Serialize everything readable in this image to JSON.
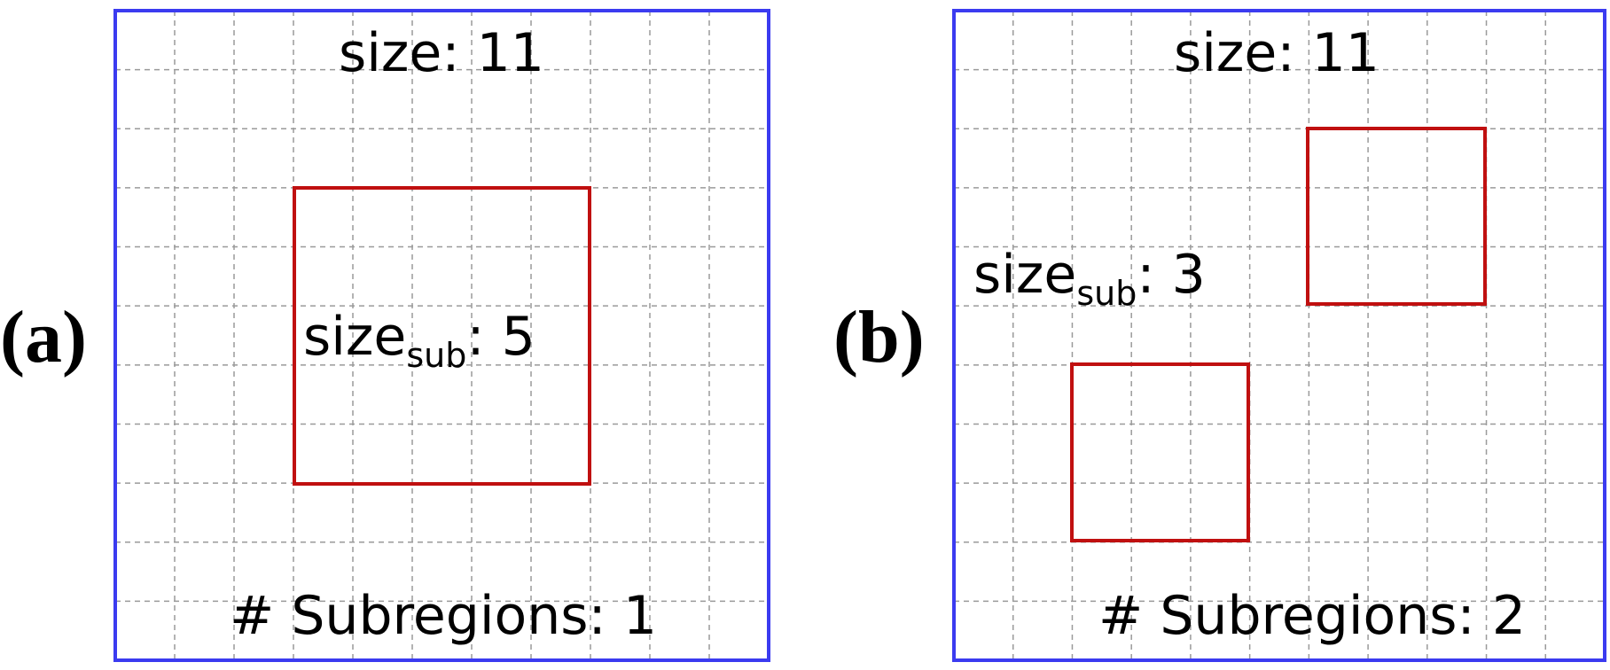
{
  "colors": {
    "outer_border": "#3b3bf0",
    "subregion_border": "#c01010",
    "grid": "#9a9a9a"
  },
  "panels": [
    {
      "label": "(a)",
      "size_text": "size: 11",
      "size_sub_prefix": "size",
      "size_sub_subscript": "sub",
      "size_sub_value": ": 5",
      "subregions_text": "# Subregions: 1",
      "grid_cells": 11,
      "subregion_count": 1
    },
    {
      "label": "(b)",
      "size_text": "size: 11",
      "size_sub_prefix": "size",
      "size_sub_subscript": "sub",
      "size_sub_value": ": 3",
      "subregions_text": "# Subregions: 2",
      "grid_cells": 11,
      "subregion_count": 2
    }
  ]
}
